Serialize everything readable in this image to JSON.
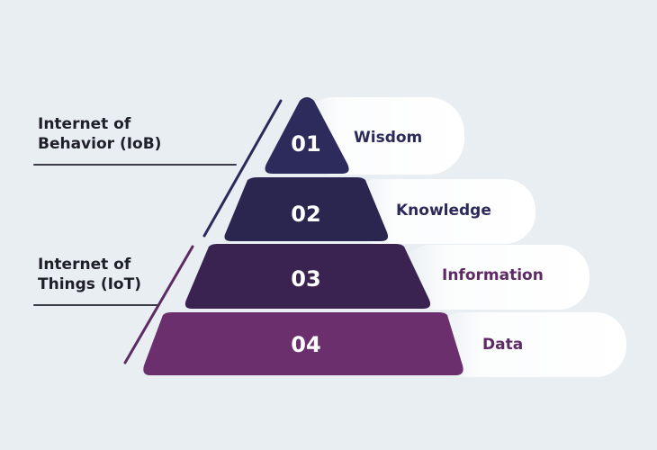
{
  "groups": [
    {
      "lines": [
        "Internet of",
        "Behavior (IoB)"
      ]
    },
    {
      "lines": [
        "Internet of",
        "Things (IoT)"
      ]
    }
  ],
  "levels": [
    {
      "number": "01",
      "label": "Wisdom"
    },
    {
      "number": "02",
      "label": "Knowledge"
    },
    {
      "number": "03",
      "label": "Information"
    },
    {
      "number": "04",
      "label": "Data"
    }
  ],
  "colors": {
    "background": "#e8eef2",
    "level_1": "#2c2b5c",
    "level_2": "#2a2650",
    "level_3": "#3a2350",
    "level_4": "#6b2f6e",
    "label_1": "#2b2a5a",
    "label_2": "#2b2a5a",
    "label_3": "#5e2a63",
    "label_4": "#5e2a63",
    "pill_fill": "#ffffff",
    "group_text": "#1f1f2a"
  }
}
